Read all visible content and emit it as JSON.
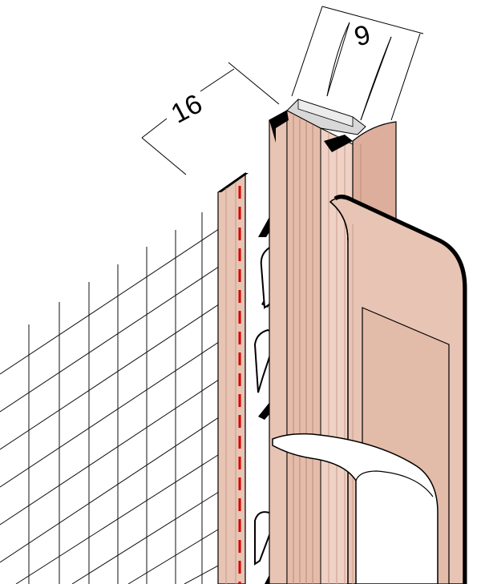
{
  "dimensions": [
    {
      "id": "dim-16",
      "label": "16"
    },
    {
      "id": "dim-9",
      "label": "9"
    }
  ],
  "colors": {
    "profile_fill": "#e8c4b4",
    "profile_shade": "#d9a996",
    "profile_light": "#f2ddd3",
    "outline": "#000000",
    "mesh_line": "#111111",
    "dashed_line": "#d40000",
    "tape_fill": "#ffffff",
    "end_cap": "#d8d8d8"
  }
}
